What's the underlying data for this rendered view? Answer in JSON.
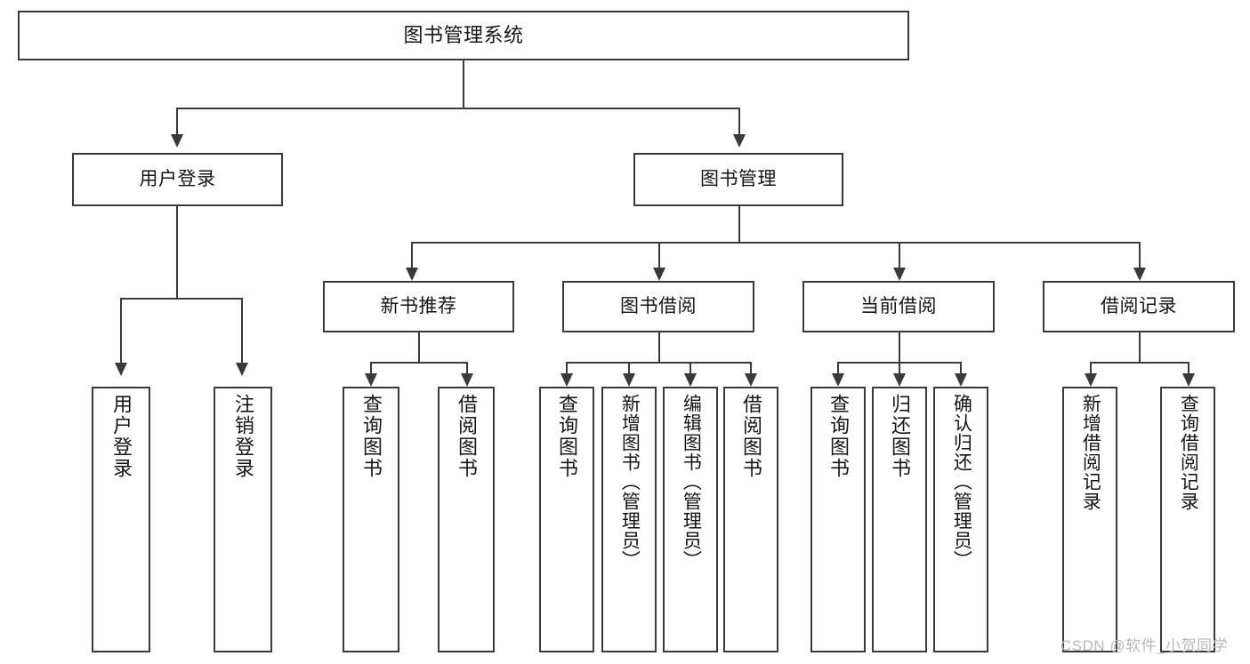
{
  "diagram": {
    "title": "图书管理系统",
    "watermark": "CSDN @软件_小贺同学",
    "type": "tree",
    "orientation": "top-down",
    "colors": {
      "background": "#ffffff",
      "border": "#3a3a3a",
      "text": "#151515",
      "watermark": "#b9b9b9"
    },
    "root": {
      "label": "图书管理系统"
    },
    "level2": [
      {
        "label": "用户登录"
      },
      {
        "label": "图书管理"
      }
    ],
    "level3": [
      {
        "label": "新书推荐"
      },
      {
        "label": "图书借阅"
      },
      {
        "label": "当前借阅"
      },
      {
        "label": "借阅记录"
      }
    ],
    "leaves": {
      "user_login": [
        {
          "label": "用户登录"
        },
        {
          "label": "注销登录"
        }
      ],
      "new_book_recommend": [
        {
          "label": "查询图书"
        },
        {
          "label": "借阅图书"
        }
      ],
      "book_borrow": [
        {
          "label": "查询图书"
        },
        {
          "label": "新增图书（管理员）"
        },
        {
          "label": "编辑图书（管理员）"
        },
        {
          "label": "借阅图书"
        }
      ],
      "current_borrow": [
        {
          "label": "查询图书"
        },
        {
          "label": "归还图书"
        },
        {
          "label": "确认归还（管理员）"
        }
      ],
      "borrow_records": [
        {
          "label": "新增借阅记录"
        },
        {
          "label": "查询借阅记录"
        }
      ]
    }
  }
}
